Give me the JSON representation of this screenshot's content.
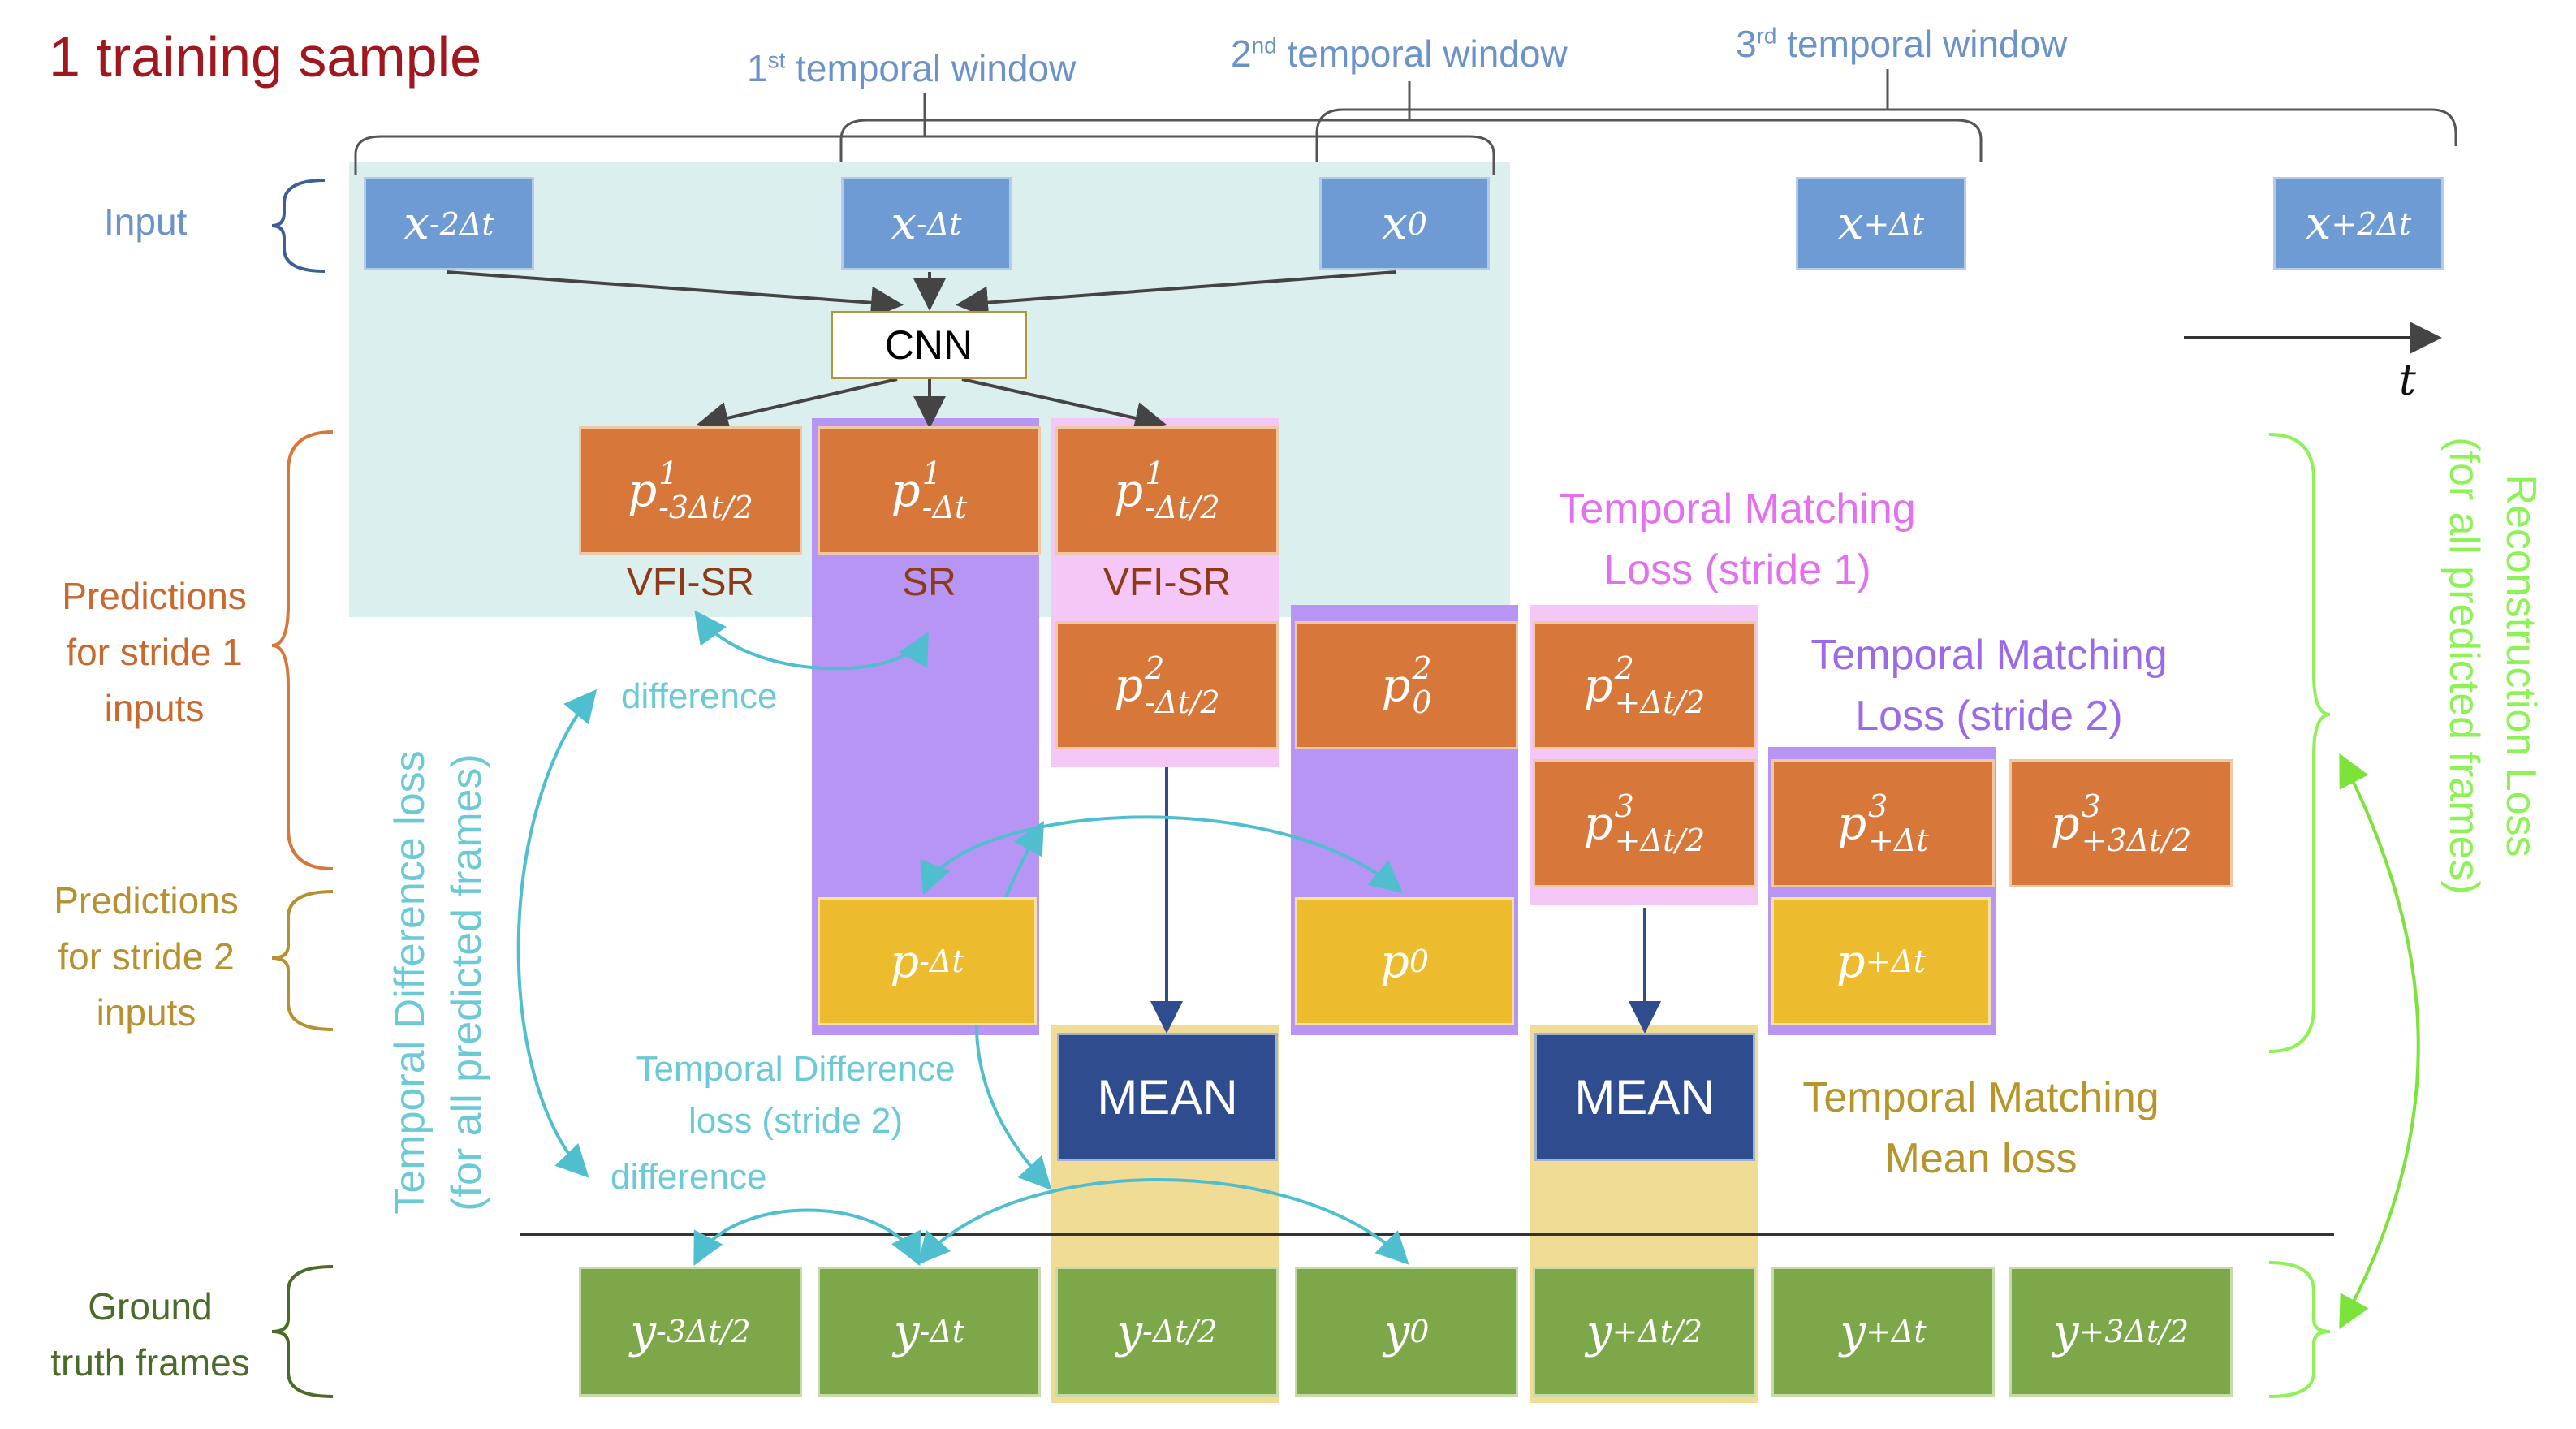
{
  "title": "1 training sample",
  "windows": [
    {
      "sup_num": "1",
      "sup": "st",
      "text": "temporal window"
    },
    {
      "sup_num": "2",
      "sup": "nd",
      "text": "temporal window"
    },
    {
      "sup_num": "3",
      "sup": "rd",
      "text": "temporal window"
    }
  ],
  "left_labels": {
    "input": "Input",
    "pred_stride1": [
      "Predictions",
      "for stride 1",
      "inputs"
    ],
    "pred_stride2": [
      "Predictions",
      "for stride 2",
      "inputs"
    ],
    "ground_truth": [
      "Ground",
      "truth frames"
    ]
  },
  "inputs": [
    {
      "base": "x",
      "sub": "-2Δt"
    },
    {
      "base": "x",
      "sub": "-Δt"
    },
    {
      "base": "x",
      "sub": "0"
    },
    {
      "base": "x",
      "sub": "+Δt"
    },
    {
      "base": "x",
      "sub": "+2Δt"
    }
  ],
  "cnn_label": "CNN",
  "time_axis": "t",
  "pred1_row": [
    {
      "base": "p",
      "sup": "1",
      "sub": "-3Δt/2"
    },
    {
      "base": "p",
      "sup": "1",
      "sub": "-Δt"
    },
    {
      "base": "p",
      "sup": "1",
      "sub": "-Δt/2"
    }
  ],
  "sr_labels": [
    "VFI-SR",
    "SR",
    "VFI-SR"
  ],
  "pred2_row": [
    {
      "base": "p",
      "sup": "2",
      "sub": "-Δt/2"
    },
    {
      "base": "p",
      "sup": "2",
      "sub": "0"
    },
    {
      "base": "p",
      "sup": "2",
      "sub": "+Δt/2"
    }
  ],
  "pred3_row": [
    {
      "base": "p",
      "sup": "3",
      "sub": "+Δt/2"
    },
    {
      "base": "p",
      "sup": "3",
      "sub": "+Δt"
    },
    {
      "base": "p",
      "sup": "3",
      "sub": "+3Δt/2"
    }
  ],
  "stride2_row": [
    {
      "base": "p",
      "sub": "-Δt"
    },
    {
      "base": "p",
      "sub": "0"
    },
    {
      "base": "p",
      "sub": "+Δt"
    }
  ],
  "mean_label": "MEAN",
  "ground_truth": [
    {
      "base": "y",
      "sub": "-3Δt/2"
    },
    {
      "base": "y",
      "sub": "-Δt"
    },
    {
      "base": "y",
      "sub": "-Δt/2"
    },
    {
      "base": "y",
      "sub": "0"
    },
    {
      "base": "y",
      "sub": "+Δt/2"
    },
    {
      "base": "y",
      "sub": "+Δt"
    },
    {
      "base": "y",
      "sub": "+3Δt/2"
    }
  ],
  "loss_labels": {
    "tm_stride1": [
      "Temporal Matching",
      "Loss (stride 1)"
    ],
    "tm_stride2": [
      "Temporal Matching",
      "Loss (stride 2)"
    ],
    "tm_mean": [
      "Temporal Matching",
      "Mean loss"
    ],
    "td_stride2": [
      "Temporal Difference",
      "loss (stride 2)"
    ],
    "td_all": [
      "Temporal Difference loss",
      "(for all predicted frames)"
    ],
    "recon": [
      "Reconstruction Loss",
      "(for all predicted frames)"
    ],
    "difference_upper": "difference",
    "difference_lower": "difference"
  },
  "colors": {
    "title": "#a0171d",
    "input": "#6f9bd4",
    "prediction": "#d8773a",
    "stride2_prediction": "#edbb2e",
    "ground_truth": "#7da84a",
    "mean": "#2f4c8e",
    "tm_stride1": "#e46ff0",
    "tm_stride2": "#9b6ae8",
    "tm_mean": "#b7952b",
    "td": "#6cc9d6",
    "recon": "#8cf255"
  }
}
